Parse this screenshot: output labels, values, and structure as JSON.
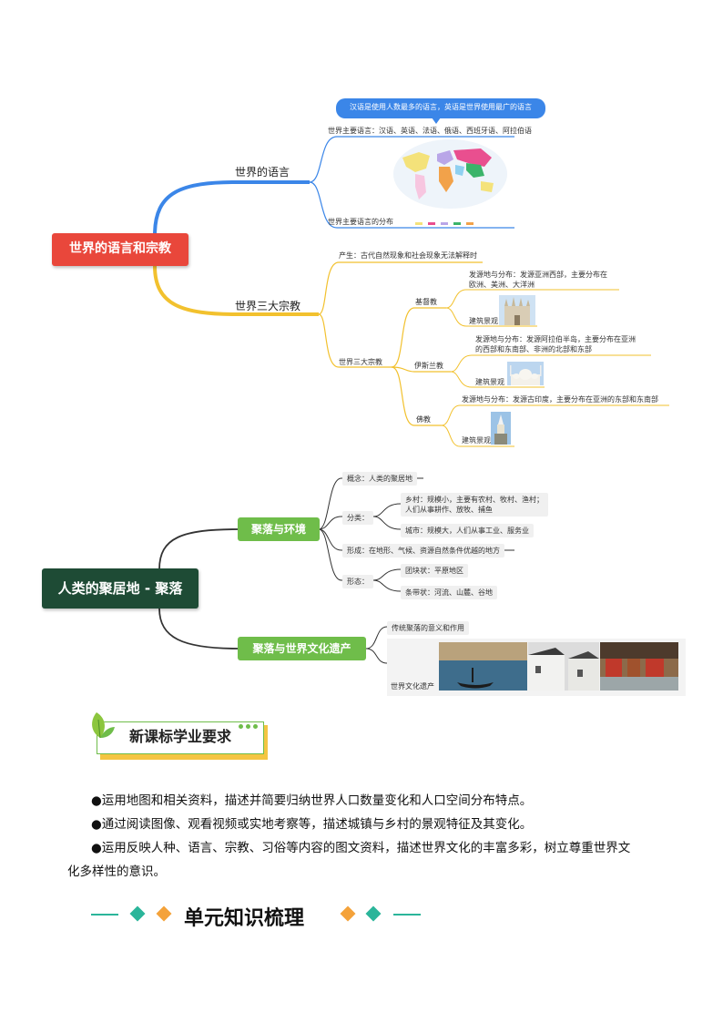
{
  "mindmap1": {
    "root": "世界的语言和宗教",
    "language": {
      "label": "世界的语言",
      "callout": "汉语是使用人数最多的语言，英语是世界使用最广的语言",
      "main_languages": "世界主要语言：汉语、英语、法语、俄语、西班牙语、阿拉伯语",
      "distribution": "世界主要语言的分布"
    },
    "religion": {
      "label": "世界三大宗教",
      "origin": "产生：古代自然现象和社会现象无法解释时",
      "sub": "世界三大宗教",
      "christianity": {
        "name": "基督教",
        "spread_l1": "发源地与分布：发源亚洲西部，主要分布在",
        "spread_l2": "欧洲、美洲、大洋洲",
        "arch": "建筑景观"
      },
      "islam": {
        "name": "伊斯兰教",
        "spread_l1": "发源地与分布：发源阿拉伯半岛，主要分布在亚洲",
        "spread_l2": "的西部和东南部、非洲的北部和东部",
        "arch": "建筑景观"
      },
      "buddhism": {
        "name": "佛教",
        "spread_l1": "发源地与分布：发源古印度，主要分布在亚洲的东部和东南部",
        "arch": "建筑景观"
      }
    }
  },
  "mindmap2": {
    "root": "人类的聚居地 - 聚落",
    "env": {
      "label": "聚落与环境",
      "concept": "概念：人类的聚居地",
      "classify": "分类：",
      "rural_l1": "乡村：规模小，主要有农村、牧村、渔村；",
      "rural_l2": "人们从事耕作、放牧、捕鱼",
      "city": "城市：规模大，人们从事工业、服务业",
      "formation": "形成：在地形、气候、资源自然条件优越的地方",
      "form": "形态：",
      "cluster": "团块状：平原地区",
      "strip": "条带状：河流、山麓、谷地"
    },
    "heritage": {
      "label": "聚落与世界文化遗产",
      "meaning": "传统聚落的意义和作用",
      "world": "世界文化遗产"
    }
  },
  "requirements": {
    "title": "新课标学业要求",
    "items": [
      "●运用地图和相关资料，描述并简要归纳世界人口数量变化和人口空间分布特点。",
      "●通过阅读图像、观看视频或实地考察等，描述城镇与乡村的景观特征及其变化。",
      "●运用反映人种、语言、宗教、习俗等内容的图文资料，描述世界文化的丰富多彩，树立尊重世界文"
    ],
    "item3_cont": "化多样性的意识。"
  },
  "section_title": "单元知识梳理",
  "colors": {
    "red": "#e9473b",
    "blue_branch": "#3b86e8",
    "yellow_branch": "#f2c12e",
    "dark_green": "#1e4b35",
    "green": "#6fbd4a",
    "orange": "#f4a23a",
    "teal": "#2bb59a"
  }
}
